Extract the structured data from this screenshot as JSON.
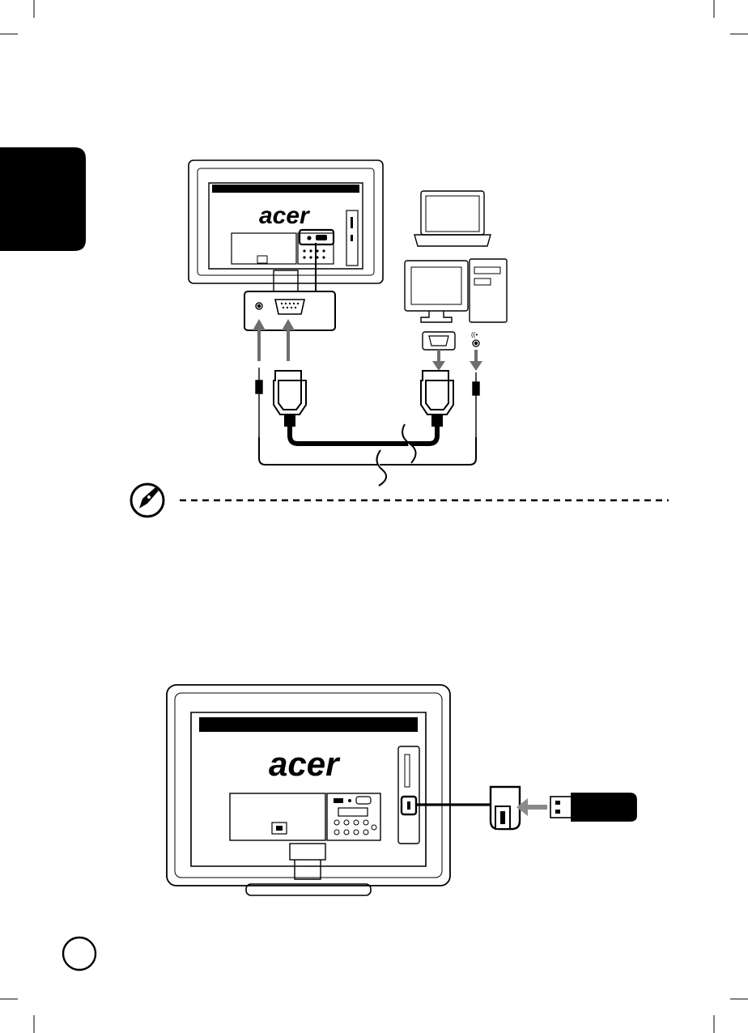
{
  "page": {
    "tab_color": "#000000",
    "line_color": "#000000",
    "usb_arrow_color": "#8a8a8a"
  },
  "figure_pc_connection": {
    "brand_logo": "acer",
    "devices": [
      "monitor-rear",
      "laptop",
      "desktop-pc"
    ],
    "cables": [
      "audio-cable",
      "vga-cable"
    ]
  },
  "note": {
    "icon": "note-pen-icon"
  },
  "figure_usb_connection": {
    "brand_logo": "acer",
    "devices": [
      "monitor-rear",
      "usb-port",
      "usb-flash-drive"
    ]
  },
  "page_number_badge": {
    "icon": "circle-badge"
  }
}
